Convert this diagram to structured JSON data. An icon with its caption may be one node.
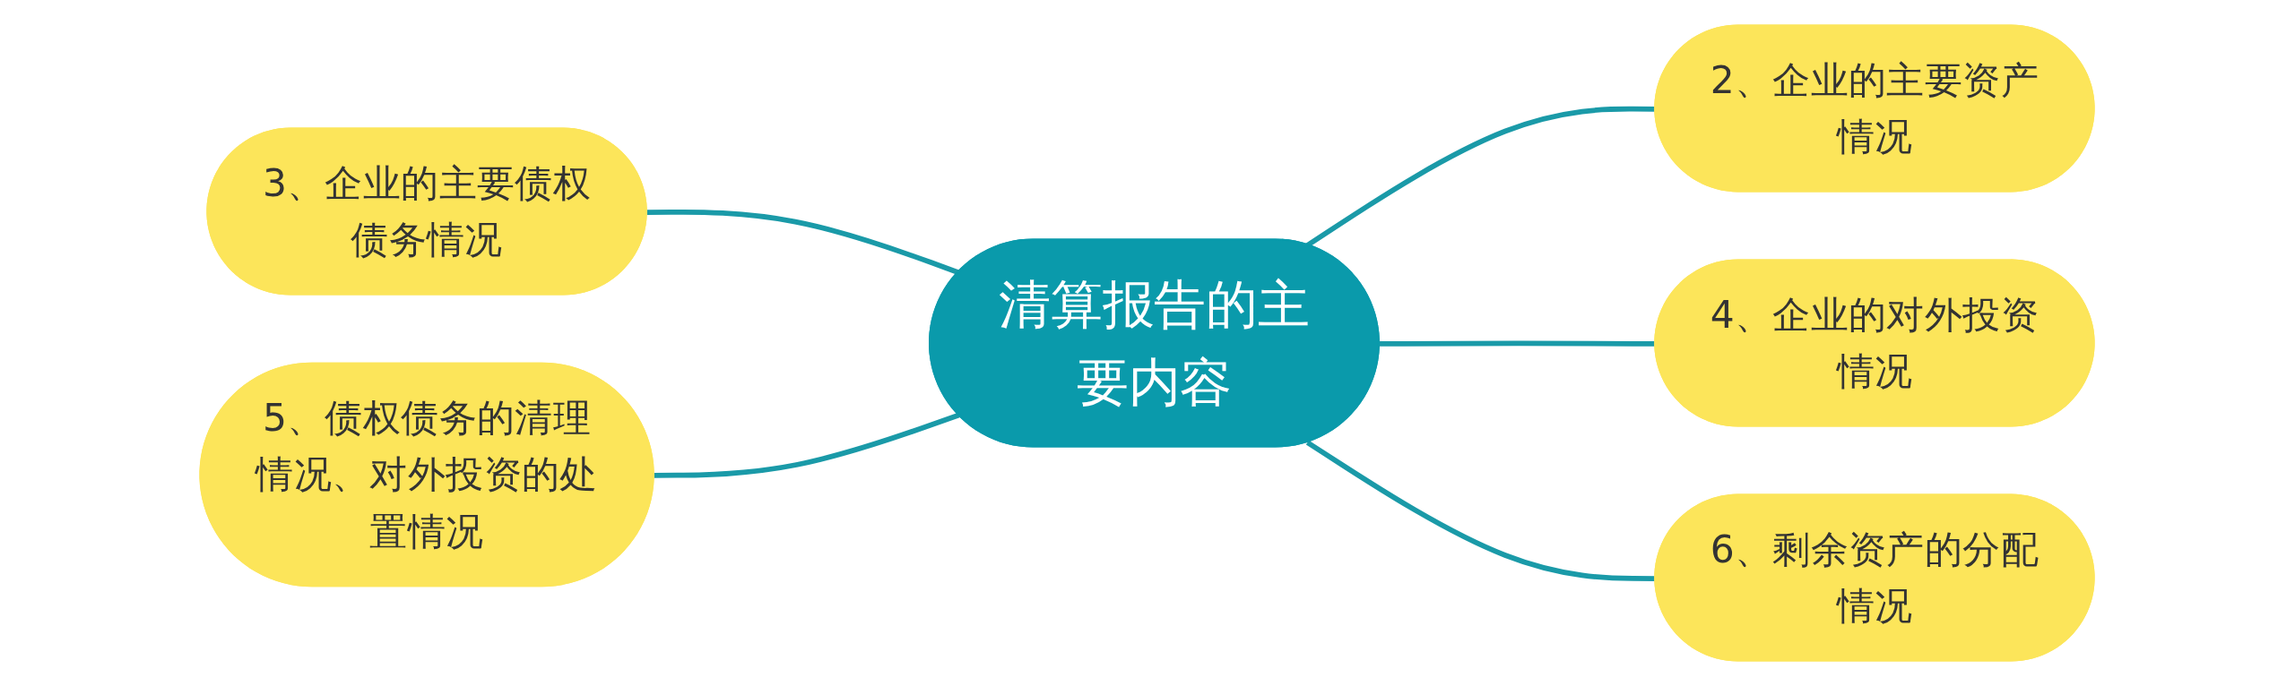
{
  "diagram": {
    "nodes": [
      {
        "text": [
          "清算报告的主要内容"
        ]
      },
      {
        "text": [
          "2、企业的主要资产情况"
        ]
      },
      {
        "text": [
          "3、企业的主要债权债务情况"
        ]
      },
      {
        "text": [
          "4、企业的对外投资情况"
        ]
      },
      {
        "text": [
          "5、债权债务的清理情况、对外投资的处置情况"
        ]
      },
      {
        "text": [
          "6、剩余资产的分配情况"
        ]
      }
    ],
    "edges": [
      {
        "from": 0,
        "to": 1,
        "arrow": "none"
      },
      {
        "from": 2,
        "to": 0,
        "arrow": "none"
      },
      {
        "from": 0,
        "to": 3,
        "arrow": "none"
      },
      {
        "from": 4,
        "to": 0,
        "arrow": "none"
      },
      {
        "from": 0,
        "to": 5,
        "arrow": "none"
      }
    ]
  }
}
